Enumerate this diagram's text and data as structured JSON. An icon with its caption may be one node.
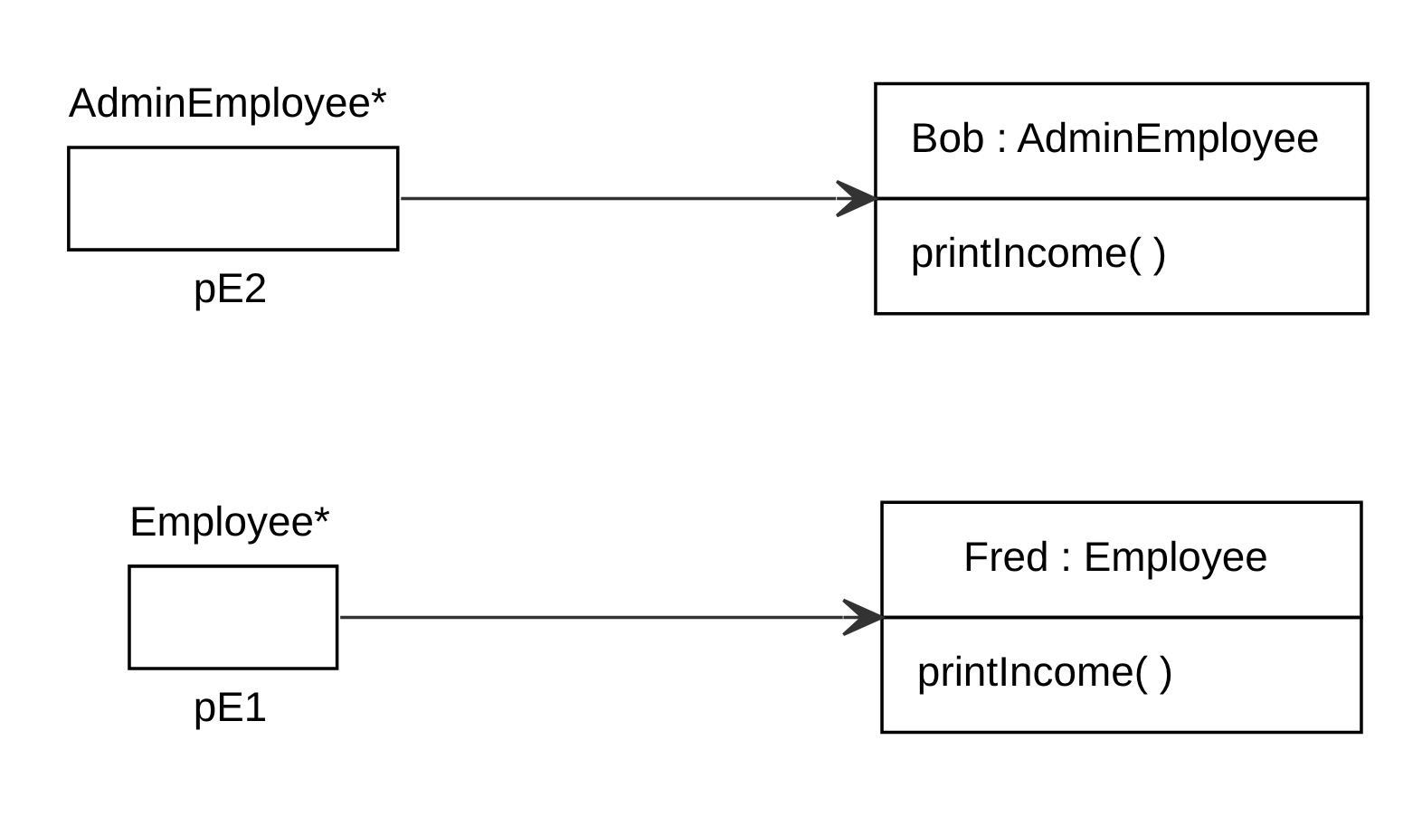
{
  "diagram": {
    "nodes": [
      {
        "text": [
          "Employee*"
        ],
        "beside": [
          "pE1"
        ]
      },
      {
        "text": [
          "Fred : Employee",
          "printIncome( )"
        ]
      },
      {
        "text": [
          "AdminEmployee*"
        ],
        "beside": [
          "pE2"
        ]
      },
      {
        "text": [
          "Bob : AdminEmployee",
          "printIncome( )"
        ]
      }
    ],
    "edges": [
      {
        "from": 0,
        "to": 1,
        "arrow": "to"
      },
      {
        "from": 2,
        "to": 3,
        "arrow": "to"
      }
    ]
  }
}
